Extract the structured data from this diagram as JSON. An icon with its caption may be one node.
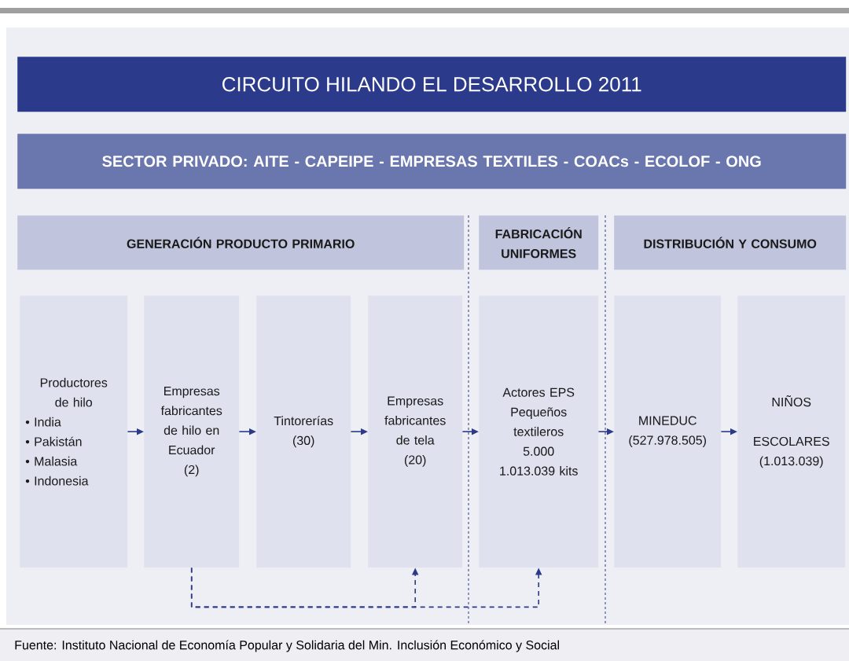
{
  "diagram": {
    "title": "CIRCUITO HILANDO EL DESARROLLO 2011",
    "caption": "Fuente: Instituto Nacional de Economía Popular y Solidaria del Min. Inclusión Económico y Social",
    "nodes": [
      {
        "text": [
          "SECTOR PRIVADO: AITE - CAPEIPE - EMPRESAS TEXTILES - COACs - ECOLOF - ONG"
        ]
      },
      {
        "text": [
          "GENERACIÓN PRODUCTO PRIMARIO"
        ]
      },
      {
        "text": [
          "FABRICACIÓN UNIFORMES"
        ]
      },
      {
        "text": [
          "DISTRIBUCIÓN Y CONSUMO"
        ]
      },
      {
        "text": [
          "Productores de hilo",
          "• India",
          "• Pakistán",
          "• Malasia",
          "• Indonesia"
        ]
      },
      {
        "text": [
          "Empresas fabricantes de hilo en Ecuador",
          "(2)"
        ]
      },
      {
        "text": [
          "Tintorerías",
          "(30)"
        ]
      },
      {
        "text": [
          "Empresas fabricantes de tela",
          "(20)"
        ]
      },
      {
        "text": [
          "Actores EPS Pequeños textileros",
          "5.000",
          "1.013.039 kits"
        ]
      },
      {
        "text": [
          "MINEDUC",
          "(527.978.505)"
        ]
      },
      {
        "text": [
          "NIÑOS",
          "ESCOLARES (1.013.039)"
        ]
      }
    ],
    "edges": [
      {
        "from": 4,
        "to": 5,
        "arrow": "to"
      },
      {
        "from": 5,
        "to": 6,
        "arrow": "to"
      },
      {
        "from": 6,
        "to": 7,
        "arrow": "to"
      },
      {
        "from": 7,
        "to": 8,
        "arrow": "to"
      },
      {
        "from": 8,
        "to": 9,
        "arrow": "to"
      },
      {
        "from": 9,
        "to": 10,
        "arrow": "to"
      },
      {
        "from": 5,
        "to": 7,
        "arrow": "to",
        "style": "dashed"
      },
      {
        "from": 5,
        "to": 8,
        "arrow": "to",
        "style": "dashed"
      }
    ]
  }
}
